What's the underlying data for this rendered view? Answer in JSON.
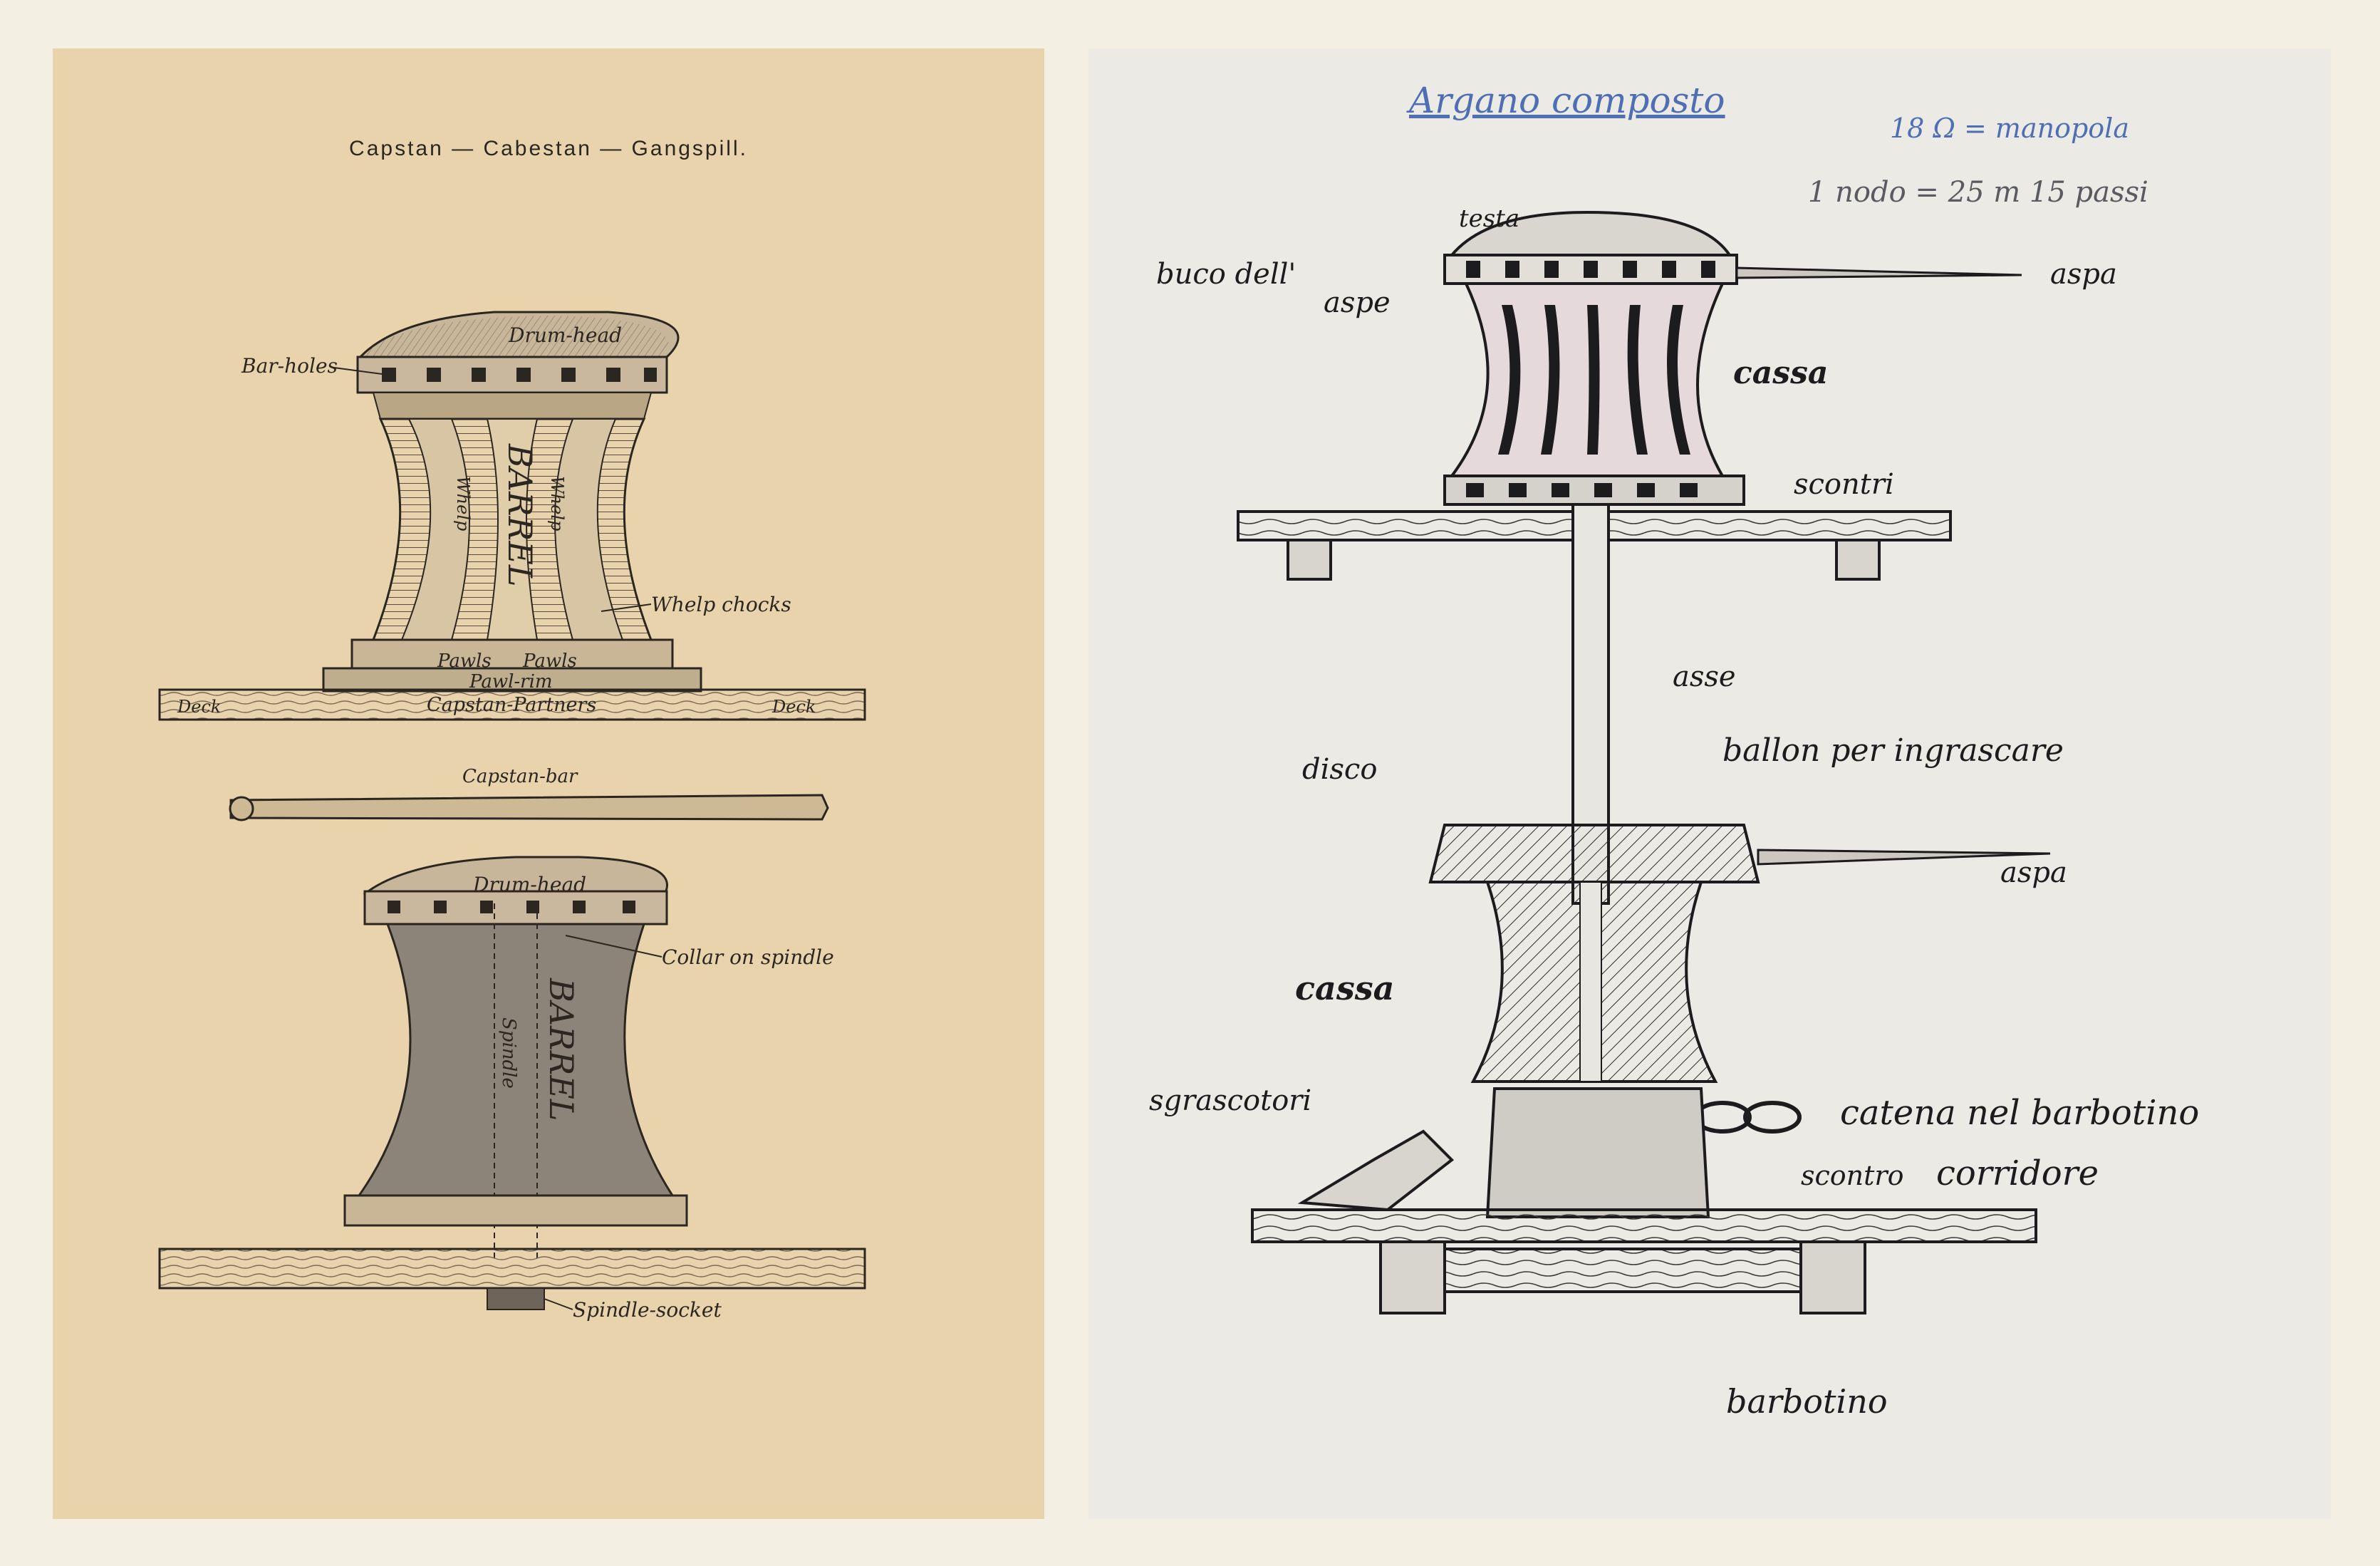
{
  "left_plate": {
    "title": "Capstan — Cabestan — Gangspill.",
    "upper_labels": {
      "drum_head": "Drum-head",
      "bar_holes": "Bar-holes",
      "barrel": "BARREL",
      "whelp_left": "Whelp",
      "whelp_right": "Whelp",
      "whelp_chocks": "Whelp chocks",
      "pawls_left": "Pawls",
      "pawls_right": "Pawls",
      "pawl_rim": "Pawl-rim",
      "capstan_partners": "Capstan-Partners",
      "deck_left": "Deck",
      "deck_right": "Deck"
    },
    "bar_label": "Capstan-bar",
    "lower_labels": {
      "drum_head": "Drum-head",
      "collar": "Collar on spindle",
      "barrel": "BARREL",
      "spindle": "Spindle",
      "spindle_socket": "Spindle-socket"
    }
  },
  "right_plate": {
    "title": "Argano composto",
    "note_1": "18 Ω = manopola",
    "note_2": "1 nodo = 25 m 15 passi",
    "labels": {
      "testa": "testa",
      "buco": "buco dell'",
      "aspe": "aspe",
      "aspa_top": "aspa",
      "cassa_top": "cassa",
      "scontri": "scontri",
      "asse": "asse",
      "disco": "disco",
      "ballon": "ballon per ingrascare",
      "aspa_mid": "aspa",
      "cassa_bottom": "cassa",
      "sgrascotori": "sgrascotori",
      "catena": "catena nel barbotino",
      "scontro": "scontro",
      "corridore": "corridore",
      "barbotino": "barbotino"
    }
  },
  "colors": {
    "background": "#f3efe3",
    "left_paper": "#e9d3ad",
    "right_paper": "#eceae4",
    "ink": "#1c1b1d",
    "blue_ink": "#4f6fb5"
  }
}
